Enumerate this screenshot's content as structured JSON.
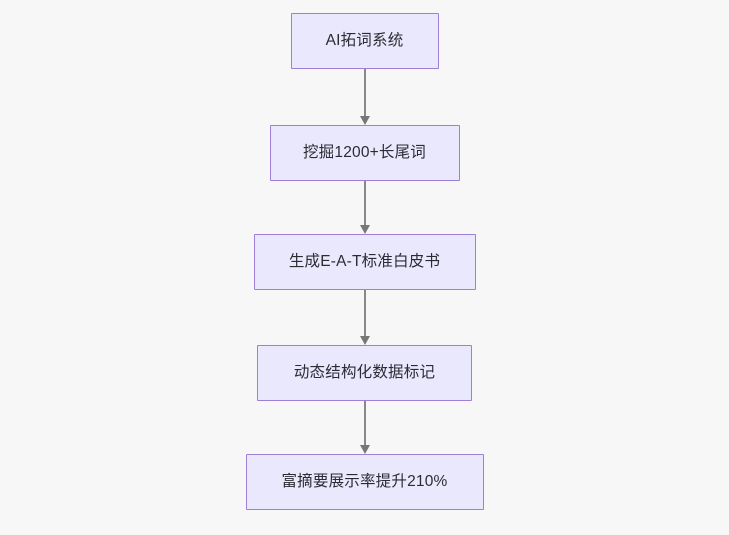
{
  "diagram": {
    "type": "flowchart",
    "orientation": "top-to-bottom",
    "background_color": "#f7f7f7",
    "node_fill_color": "#e9e8fc",
    "node_border_color": "#9d7fd8",
    "node_text_color": "#2b2b33",
    "connector_color": "#888888",
    "nodes": [
      {
        "id": "n1",
        "label": "AI拓词系统"
      },
      {
        "id": "n2",
        "label": "挖掘1200+长尾词"
      },
      {
        "id": "n3",
        "label": "生成E-A-T标准白皮书"
      },
      {
        "id": "n4",
        "label": "动态结构化数据标记"
      },
      {
        "id": "n5",
        "label": "富摘要展示率提升210%"
      }
    ],
    "edges": [
      {
        "from": "n1",
        "to": "n2",
        "label": ""
      },
      {
        "from": "n2",
        "to": "n3",
        "label": ""
      },
      {
        "from": "n3",
        "to": "n4",
        "label": ""
      },
      {
        "from": "n4",
        "to": "n5",
        "label": ""
      }
    ]
  }
}
